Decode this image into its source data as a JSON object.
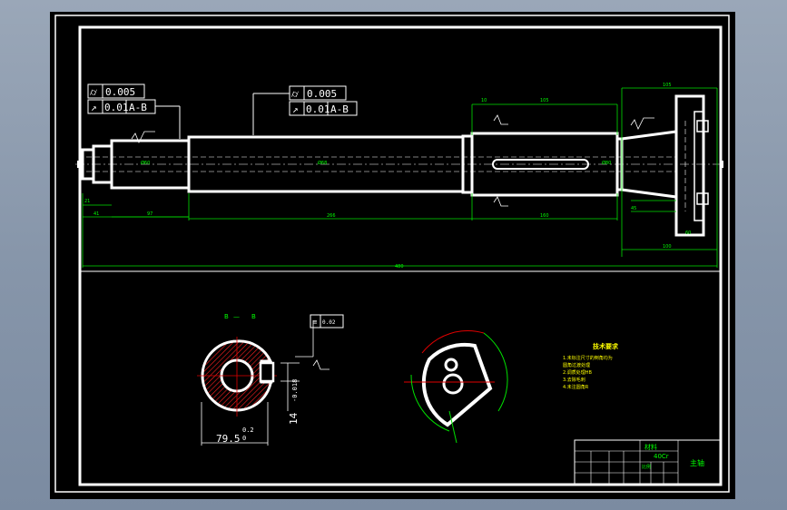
{
  "viewport": {
    "background": "#000000",
    "line_color": "#ffffff",
    "dimension_color": "#00e000",
    "center_line_color": "#e00000",
    "note_color": "#ffff00"
  },
  "tolerance_frames": [
    {
      "row1_value": "0.005",
      "row2_value": "0.01",
      "row2_datum": "A-B"
    },
    {
      "row1_value": "0.005",
      "row2_value": "0.01",
      "row2_datum": "A-B"
    }
  ],
  "dimensions": {
    "overall_length": "480",
    "section_diameter": "79.5",
    "section_tolerance": "0.2",
    "section_tolerance_lower": "0",
    "keyway_width": "14",
    "keyway_tolerance": "-0.018",
    "flatness_value": "0.02"
  },
  "section_label": {
    "left": "B",
    "separator": "—",
    "right": "B"
  },
  "technical_requirements": {
    "title": "技术要求",
    "items": [
      "1.未标注尺寸的倒角均为",
      "  圆角过渡处理",
      "2.调质处理HB",
      "3.去除毛刺",
      "4.未注圆角R"
    ]
  },
  "title_block": {
    "material_label": "材料",
    "material": "40Cr",
    "part_name": "主轴",
    "scale_label": "比例"
  }
}
